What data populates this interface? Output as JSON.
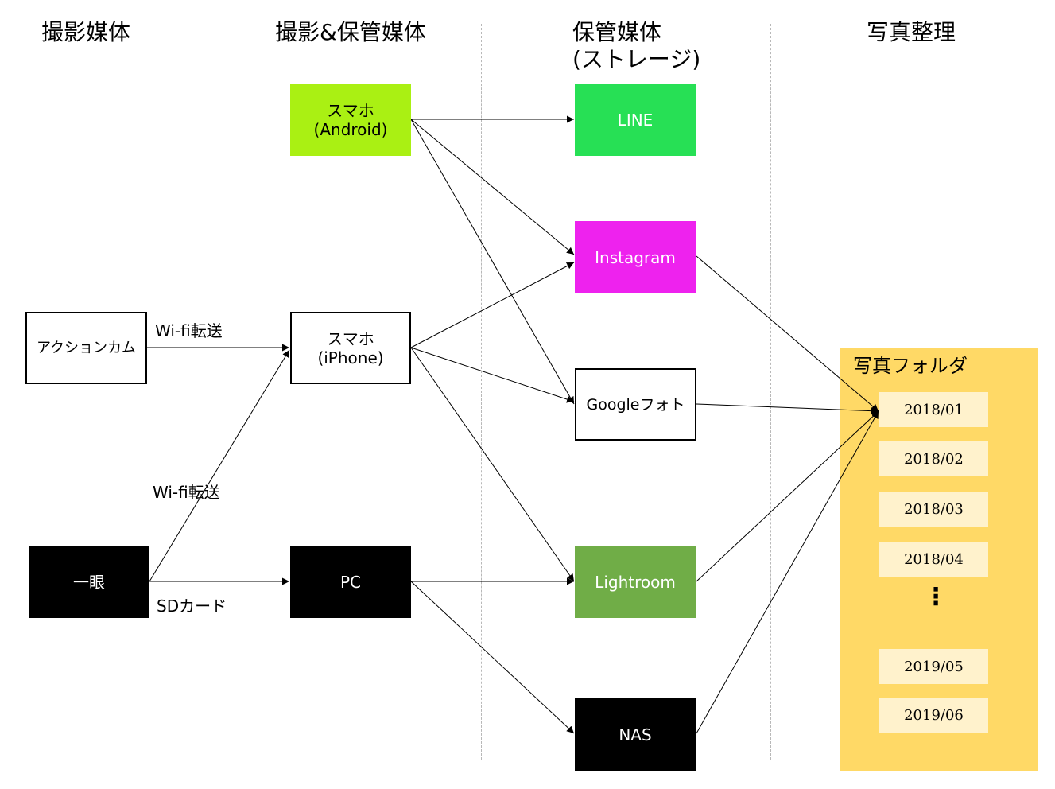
{
  "headers": {
    "capture": "撮影媒体",
    "capture_storage": "撮影&保管媒体",
    "storage_line1": "保管媒体",
    "storage_line2": "(ストレージ)",
    "organize": "写真整理"
  },
  "nodes": {
    "action_cam": "アクションカム",
    "dslr": "一眼",
    "android_line1": "スマホ",
    "android_line2": "(Android)",
    "iphone_line1": "スマホ",
    "iphone_line2": "(iPhone)",
    "pc": "PC",
    "line": "LINE",
    "instagram": "Instagram",
    "google_photos": "Googleフォト",
    "lightroom": "Lightroom",
    "nas": "NAS"
  },
  "edge_labels": {
    "wifi_top": "Wi-fi転送",
    "wifi_bottom": "Wi-fi転送",
    "sd_card": "SDカード"
  },
  "folder": {
    "title": "写真フォルダ",
    "months": [
      "2018/01",
      "2018/02",
      "2018/03",
      "2018/04",
      "2019/05",
      "2019/06"
    ],
    "ellipsis": "⋮"
  },
  "colors": {
    "android": "#AAF013",
    "line": "#27E055",
    "instagram": "#EE22EE",
    "lightroom": "#70AD47",
    "black_node": "#000000",
    "folder": "#FFD966",
    "month_box": "#FFF2CC"
  }
}
